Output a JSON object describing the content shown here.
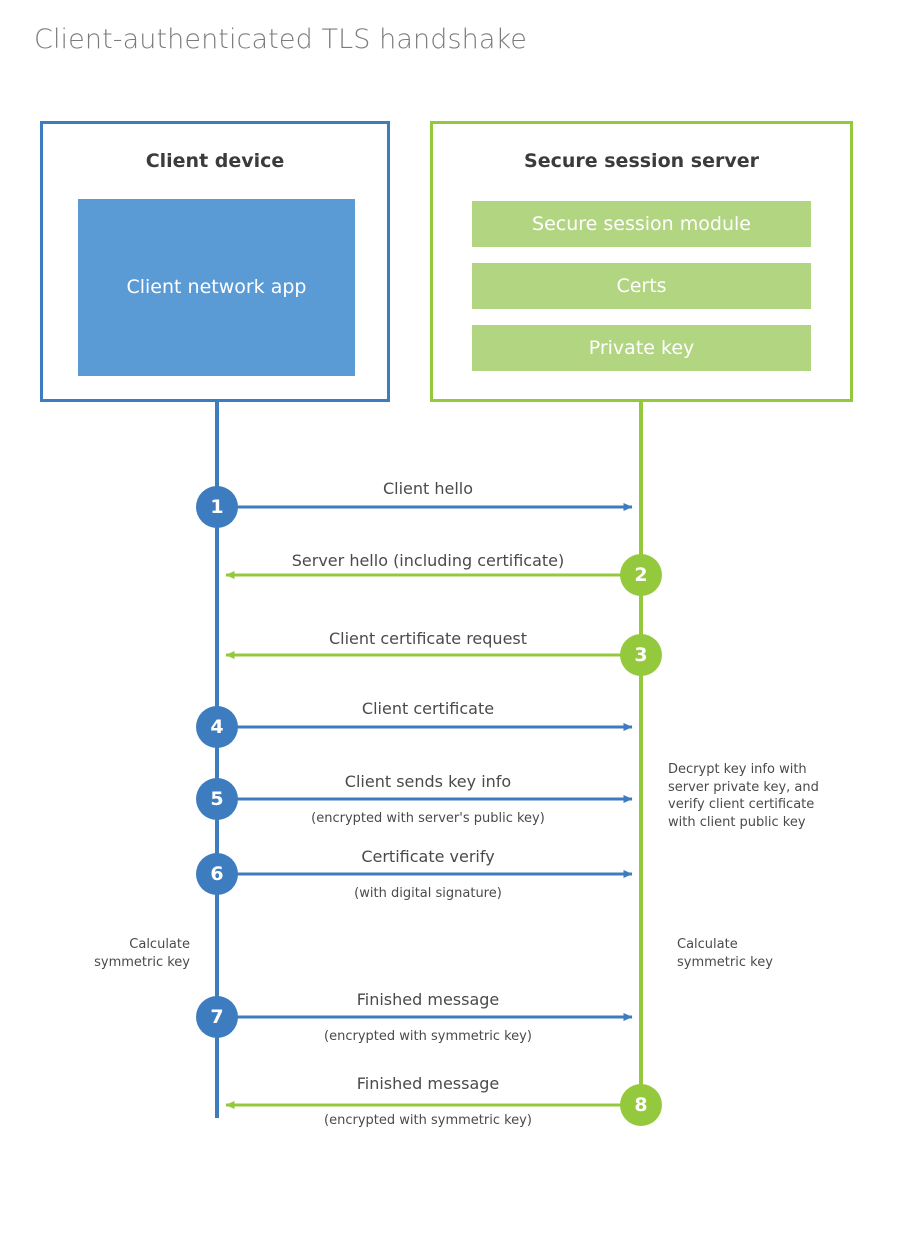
{
  "title": "Client-authenticated TLS handshake",
  "colors": {
    "client_blue": "#3d7cbf",
    "client_app_fill": "#5b9bd5",
    "server_green": "#95c93d",
    "server_bar_fill": "#b2d582",
    "text_dark": "#3b3b3d",
    "text_body": "#4a4a4c",
    "title_gray": "#7a7b7e",
    "background": "#ffffff"
  },
  "actors": {
    "client": {
      "title": "Client device",
      "components": [
        {
          "label": "Client network app"
        }
      ]
    },
    "server": {
      "title": "Secure session server",
      "components": [
        {
          "label": "Secure session module"
        },
        {
          "label": "Certs"
        },
        {
          "label": "Private key"
        }
      ]
    }
  },
  "steps": [
    {
      "number": "1",
      "label": "Client hello",
      "sub": "",
      "direction": "client-to-server"
    },
    {
      "number": "2",
      "label": "Server hello (including certificate)",
      "sub": "",
      "direction": "server-to-client"
    },
    {
      "number": "3",
      "label": "Client certificate request",
      "sub": "",
      "direction": "server-to-client"
    },
    {
      "number": "4",
      "label": "Client certificate",
      "sub": "",
      "direction": "client-to-server"
    },
    {
      "number": "5",
      "label": "Client sends key info",
      "sub": "(encrypted with server's public key)",
      "direction": "client-to-server"
    },
    {
      "number": "6",
      "label": "Certificate verify",
      "sub": "(with digital signature)",
      "direction": "client-to-server"
    },
    {
      "number": "7",
      "label": "Finished message",
      "sub": "(encrypted with symmetric key)",
      "direction": "client-to-server"
    },
    {
      "number": "8",
      "label": "Finished message",
      "sub": "(encrypted with symmetric key)",
      "direction": "server-to-client"
    }
  ],
  "annotations": {
    "server_decrypt": "Decrypt key info with server private key, and verify client certificate with client public key",
    "server_decrypt_lines": [
      "Decrypt key info with",
      "server private key, and",
      "verify client certificate",
      "with client public key"
    ],
    "client_calc": "Calculate symmetric key",
    "client_calc_lines": [
      "Calculate",
      "symmetric key"
    ],
    "server_calc": "Calculate symmetric key",
    "server_calc_lines": [
      "Calculate",
      "symmetric key"
    ]
  }
}
